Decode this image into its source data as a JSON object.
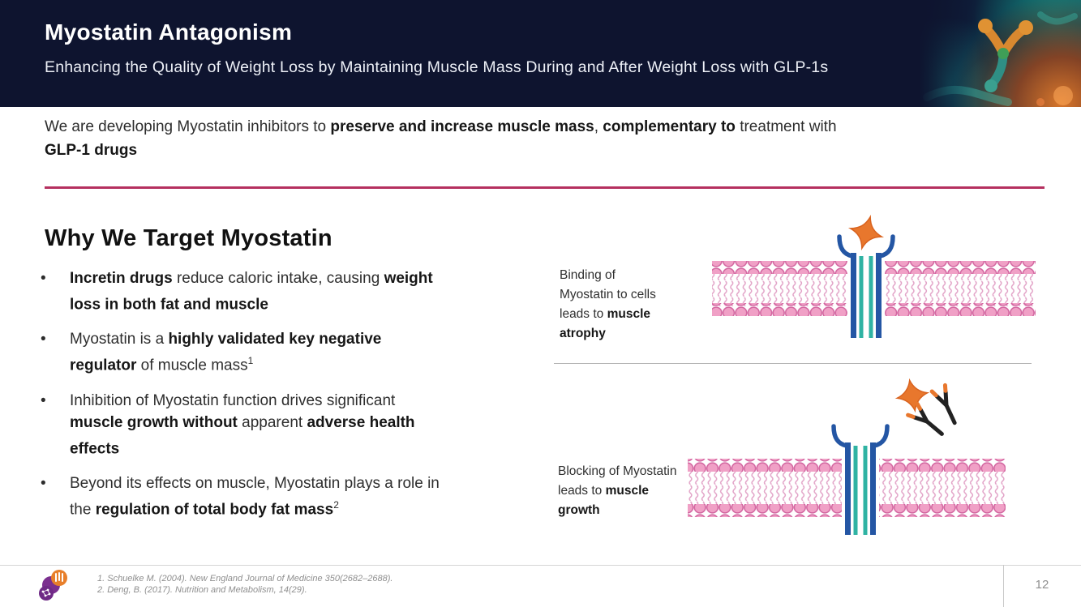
{
  "colors": {
    "header_bg": "#0e142f",
    "accent_rule": "#b5305f",
    "membrane_pink": "#f0a0c6",
    "membrane_pink_stroke": "#d2649f",
    "receptor_blue": "#2456a4",
    "receptor_teal": "#2fb3a3",
    "myostatin_orange": "#e8772d",
    "antibody_black": "#222222"
  },
  "header": {
    "title": "Myostatin Antagonism",
    "subtitle": "Enhancing the Quality of Weight Loss by Maintaining Muscle Mass During and After Weight Loss with GLP-1s"
  },
  "intro": {
    "t1": "We are developing Myostatin inhibitors to ",
    "b1": "preserve and increase muscle mass",
    "t2": ", ",
    "b2": "complementary to",
    "t3": " treatment with ",
    "b3": "GLP-1 drugs"
  },
  "why": {
    "heading": "Why We Target Myostatin",
    "bullets": [
      {
        "t1": "",
        "b1": "Incretin drugs",
        "t2": " reduce caloric intake, causing ",
        "b2": "weight loss in both fat and muscle",
        "t3": "",
        "sup": ""
      },
      {
        "t1": "Myostatin is a ",
        "b1": "highly validated key negative regulator",
        "t2": " of muscle mass",
        "b2": "",
        "t3": "",
        "sup": "1"
      },
      {
        "t1": "Inhibition of Myostatin function drives significant ",
        "b1": "muscle growth without",
        "t2": " apparent ",
        "b2": "adverse health effects",
        "t3": "",
        "sup": ""
      },
      {
        "t1": "Beyond its effects on muscle, Myostatin plays a role in the ",
        "b1": "regulation of total body fat mass",
        "t2": "",
        "b2": "",
        "t3": "",
        "sup": "2"
      }
    ]
  },
  "diagrams": {
    "top": {
      "caption_t": "Binding of Myostatin to cells leads to ",
      "caption_b": "muscle atrophy"
    },
    "bottom": {
      "caption_t": "Blocking of Myostatin leads to ",
      "caption_b": "muscle growth"
    }
  },
  "footer": {
    "references": [
      "1. Schuelke M. (2004). New England Journal of Medicine 350(2682–2688).",
      "2. Deng, B. (2017). Nutrition and Metabolism, 14(29)."
    ],
    "page_number": "12"
  }
}
